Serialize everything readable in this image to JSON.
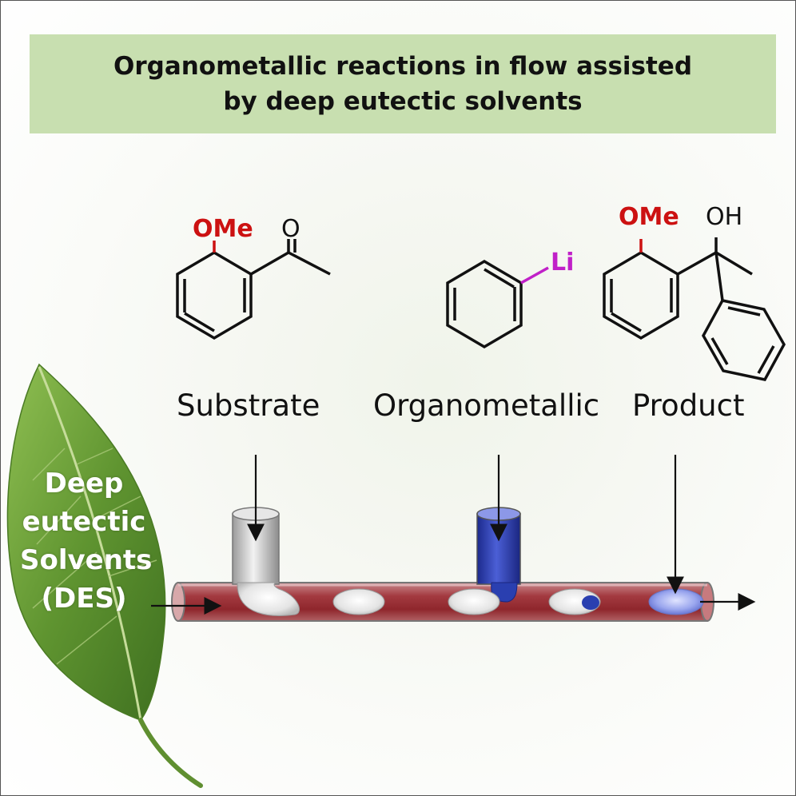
{
  "title": {
    "line1": "Organometallic reactions in flow assisted",
    "line2": "by deep eutectic solvents"
  },
  "reagents": {
    "substrate": {
      "label": "Substrate",
      "ome": "OMe",
      "o": "O"
    },
    "organometallic": {
      "label": "Organometallic",
      "li": "Li"
    },
    "product": {
      "label": "Product",
      "ome": "OMe",
      "oh": "OH"
    }
  },
  "des": {
    "line1": "Deep",
    "line2": "eutectic",
    "line3": "Solvents",
    "line4": "(DES)"
  },
  "colors": {
    "title_bg": "#c8dfb0",
    "methoxy": "#cc1111",
    "lithium": "#c020c8",
    "tube_fluid": "#9e2f35",
    "organometallic_fluid": "#2a3fb0",
    "leaf": "#5a8c2a"
  }
}
